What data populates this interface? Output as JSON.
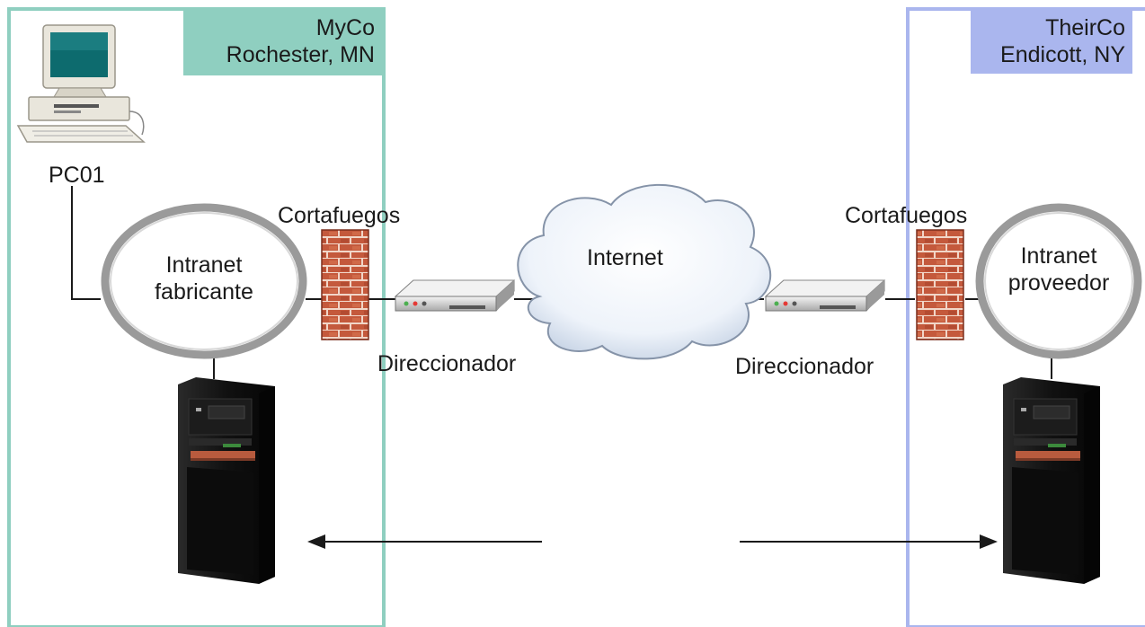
{
  "sites": {
    "left": {
      "company": "MyCo",
      "location": "Rochester, MN",
      "color": "#8fcfc0"
    },
    "right": {
      "company": "TheirCo",
      "location": "Endicott, NY",
      "color": "#aab6ee"
    }
  },
  "nodes": {
    "pc": "PC01",
    "intranet_left": {
      "line1": "Intranet",
      "line2": "fabricante"
    },
    "intranet_right": {
      "line1": "Intranet",
      "line2": "proveedor"
    },
    "firewall_left": "Cortafuegos",
    "firewall_right": "Cortafuegos",
    "router_left": "Direccionador",
    "router_right": "Direccionador",
    "internet": "Internet"
  },
  "icons": {
    "pc": "desktop-computer-icon",
    "server": "server-tower-icon",
    "router": "router-icon",
    "firewall": "brick-firewall-icon",
    "cloud": "internet-cloud-icon"
  },
  "colors": {
    "brick": "#c0553a",
    "line": "#1a1a1a",
    "ellipse_stroke": "#9a9a9a"
  }
}
